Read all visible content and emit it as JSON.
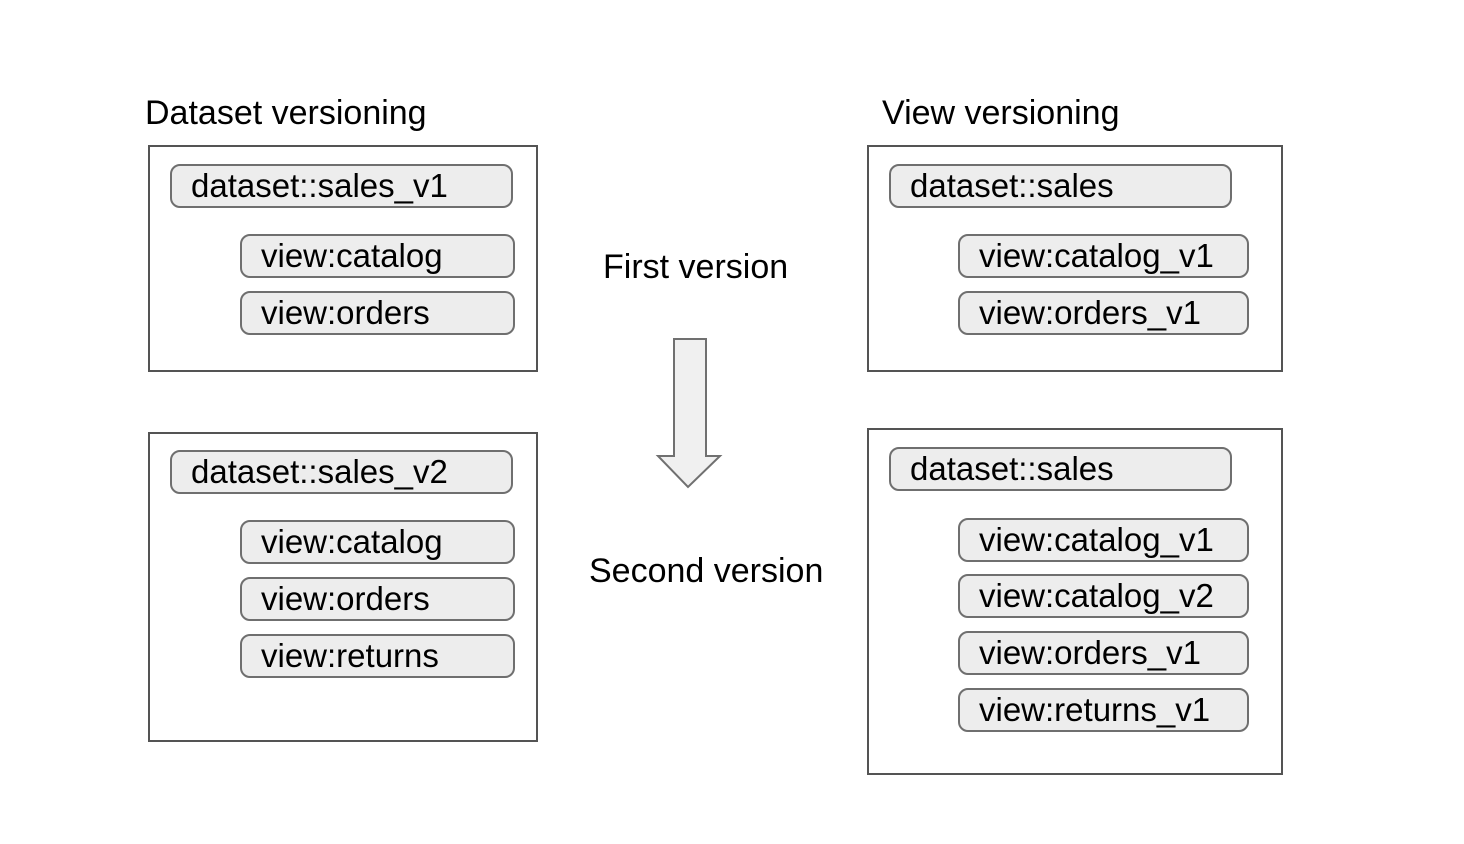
{
  "left_column": {
    "heading": "Dataset versioning",
    "first_version_box": {
      "dataset": "dataset::sales_v1",
      "views": [
        "view:catalog",
        "view:orders"
      ]
    },
    "second_version_box": {
      "dataset": "dataset::sales_v2",
      "views": [
        "view:catalog",
        "view:orders",
        "view:returns"
      ]
    }
  },
  "right_column": {
    "heading": "View versioning",
    "first_version_box": {
      "dataset": "dataset::sales",
      "views": [
        "view:catalog_v1",
        "view:orders_v1"
      ]
    },
    "second_version_box": {
      "dataset": "dataset::sales",
      "views": [
        "view:catalog_v1",
        "view:catalog_v2",
        "view:orders_v1",
        "view:returns_v1"
      ]
    }
  },
  "center": {
    "first_label": "First version",
    "second_label": "Second version",
    "arrow_icon": "down-arrow"
  },
  "colors": {
    "background": "#ffffff",
    "text": "#000000",
    "box_border": "#545454",
    "pill_fill": "#ededed",
    "pill_border": "#6f6f6f",
    "arrow_fill": "#f0f0f0",
    "arrow_border": "#707070"
  }
}
